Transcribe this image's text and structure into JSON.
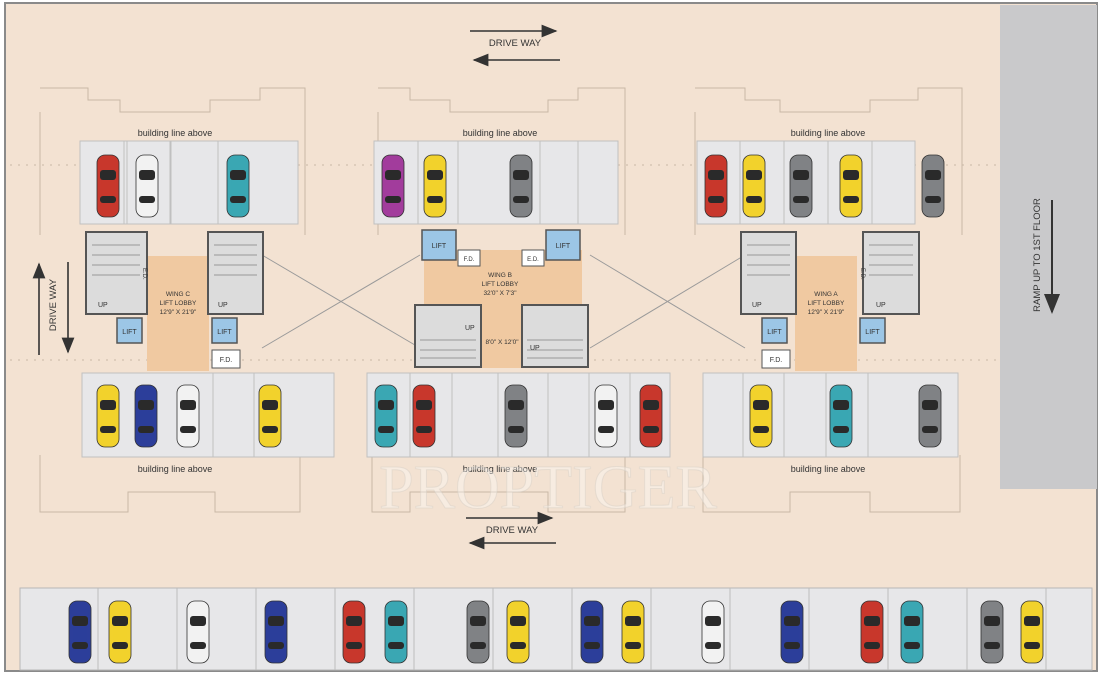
{
  "labels": {
    "drive_way": "DRIVE WAY",
    "ramp": "RAMP UP TO 1ST FLOOR",
    "building_line": "building line above",
    "lift": "LIFT",
    "up": "UP",
    "fd": "F.D.",
    "ed": "E.D.",
    "watermark": "PROPTIGER"
  },
  "wings": {
    "c": {
      "line1": "WING C",
      "line2": "LIFT LOBBY",
      "line3": "12'9\" X 21'9\""
    },
    "b": {
      "line1": "WING B",
      "line2": "LIFT LOBBY",
      "line3": "32'0\" X 7'3\"",
      "hall_dim": "8'0\" X 12'0\""
    },
    "a": {
      "line1": "WING A",
      "line2": "LIFT LOBBY",
      "line3": "12'9\" X 21'9\""
    }
  },
  "colors": {
    "floor": "#f3e2d2",
    "parking_bay": "#e7e7e9",
    "lobby": "#f0c9a1",
    "ramp": "#c9c9cb",
    "lift_blue": "#9cc6e6"
  },
  "parking": {
    "top_row_cars": [
      "red",
      "white",
      "teal",
      "purple",
      "yellow",
      "gray",
      "red",
      "yellow",
      "gray",
      "yellow",
      "gray"
    ],
    "middle_row_cars": [
      "yellow",
      "blue",
      "white",
      "yellow",
      "teal",
      "red",
      "gray",
      "white",
      "red",
      "yellow",
      "teal",
      "gray"
    ],
    "bottom_row_cars": [
      "blue",
      "yellow",
      "white",
      "blue",
      "red",
      "teal",
      "gray",
      "yellow",
      "blue",
      "yellow",
      "white",
      "blue",
      "red",
      "teal",
      "gray",
      "yellow"
    ]
  }
}
